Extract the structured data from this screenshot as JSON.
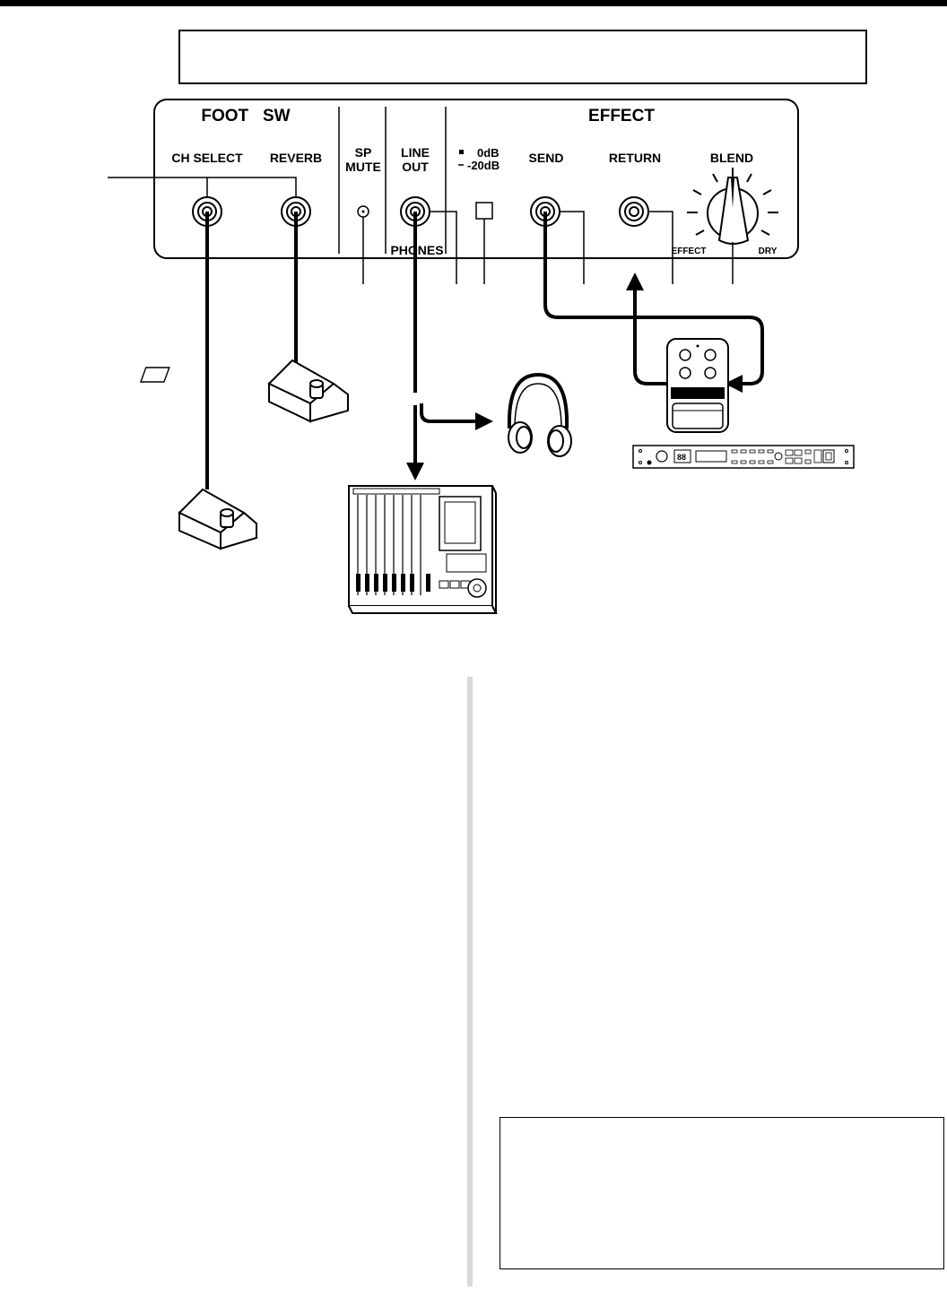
{
  "panel": {
    "sections": {
      "foot_sw": "FOOT   SW",
      "effect": "EFFECT"
    },
    "labels": {
      "ch_select": "CH SELECT",
      "reverb": "REVERB",
      "sp": "SP",
      "mute": "MUTE",
      "line": "LINE",
      "out": "OUT",
      "phones": "PHONES",
      "level_0db": "0dB",
      "level_minus20db": "-20dB",
      "send": "SEND",
      "return": "RETURN",
      "blend": "BLEND",
      "effect_end": "EFFECT",
      "dry_end": "DRY"
    }
  },
  "devices": {
    "effects_unit_display": "88"
  },
  "icons": [
    "footswitch-icon",
    "headphones-icon",
    "mixer-recorder-icon",
    "effect-pedal-icon",
    "rack-effect-unit-icon",
    "arrow-icon"
  ]
}
